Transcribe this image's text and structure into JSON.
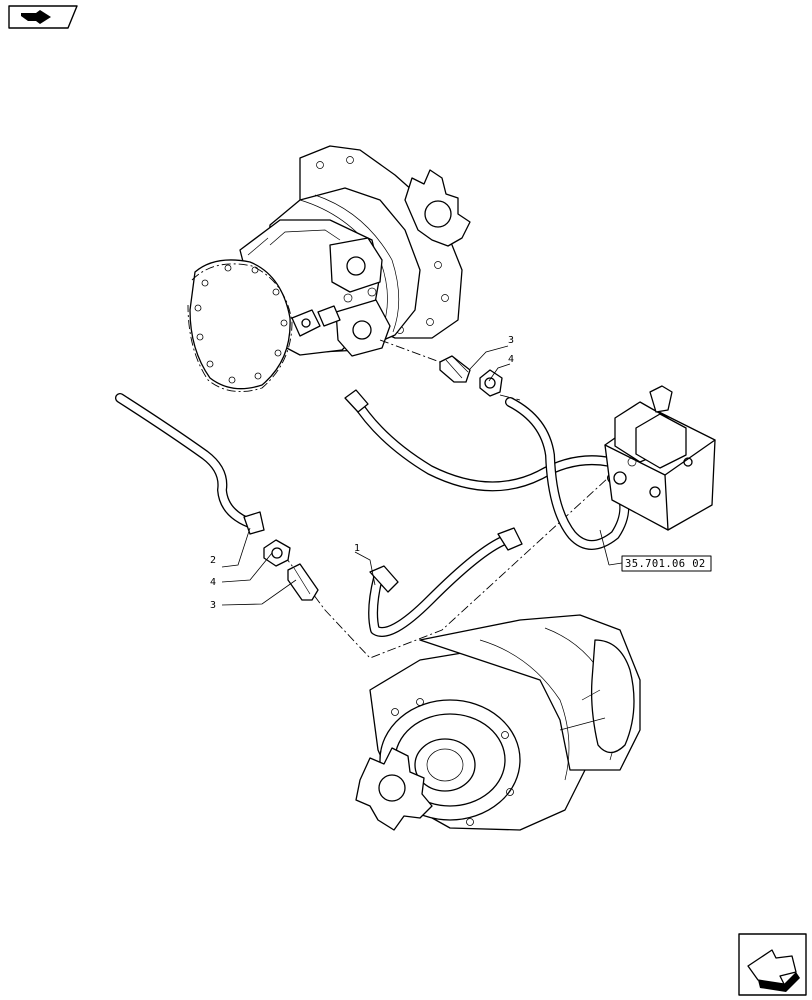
{
  "callouts": {
    "part_1": "1",
    "part_2": "2",
    "part_3_upper": "3",
    "part_4_upper": "4",
    "part_4_lower": "4",
    "part_3_lower": "3"
  },
  "reference_box": {
    "text": "35.701.06 02"
  },
  "icons": {
    "top_left": "view-toggle-icon",
    "bottom_right": "next-page-arrow-icon"
  }
}
